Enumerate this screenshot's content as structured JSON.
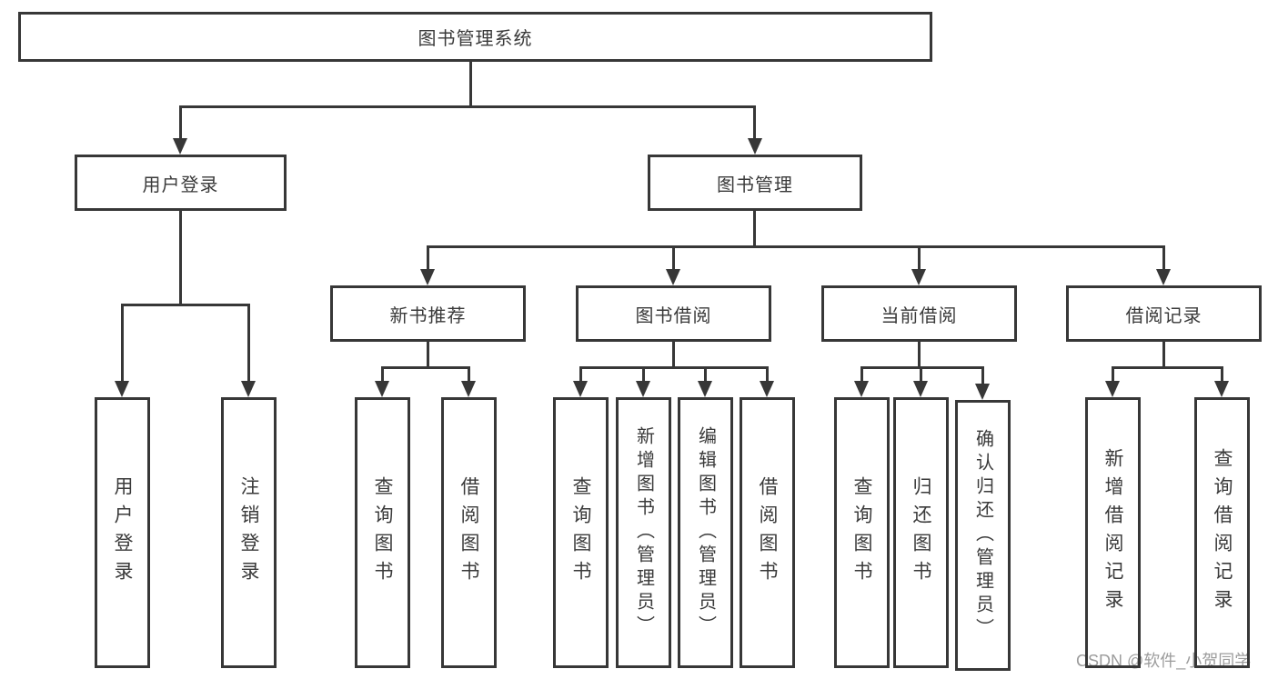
{
  "tree": {
    "label": "图书管理系统",
    "children": [
      {
        "label": "用户登录",
        "children": [
          {
            "label": "用户登录"
          },
          {
            "label": "注销登录"
          }
        ]
      },
      {
        "label": "图书管理",
        "children": [
          {
            "label": "新书推荐",
            "children": [
              {
                "label": "查询图书"
              },
              {
                "label": "借阅图书"
              }
            ]
          },
          {
            "label": "图书借阅",
            "children": [
              {
                "label": "查询图书"
              },
              {
                "label": "新增图书（管理员）"
              },
              {
                "label": "编辑图书（管理员）"
              },
              {
                "label": "借阅图书"
              }
            ]
          },
          {
            "label": "当前借阅",
            "children": [
              {
                "label": "查询图书"
              },
              {
                "label": "归还图书"
              },
              {
                "label": "确认归还（管理员）"
              }
            ]
          },
          {
            "label": "借阅记录",
            "children": [
              {
                "label": "新增借阅记录"
              },
              {
                "label": "查询借阅记录"
              }
            ]
          }
        ]
      }
    ]
  },
  "watermark": {
    "text": "CSDN @软件_小贺同学"
  },
  "colors": {
    "line": "#373737",
    "text": "#3a3a3a",
    "background": "#ffffff",
    "watermark": "#9c9c9c"
  }
}
